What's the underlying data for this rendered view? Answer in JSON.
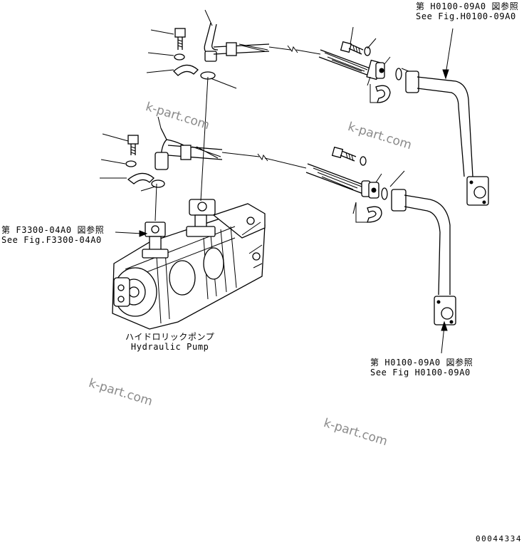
{
  "references": {
    "top_right": {
      "jp": "第 H0100-09A0 図参照",
      "en": "See Fig.H0100-09A0"
    },
    "left": {
      "jp": "第 F3300-04A0 図参照",
      "en": "See Fig.F3300-04A0"
    },
    "bottom_right": {
      "jp": "第 H0100-09A0 図参照",
      "en": "See Fig H0100-09A0"
    }
  },
  "pump": {
    "jp": "ハイドロリックポンプ",
    "en": "Hydraulic Pump"
  },
  "watermarks": [
    "k-part.com",
    "k-part.com",
    "k-part.com",
    "k-part.com"
  ],
  "diagram_code": "00044334"
}
